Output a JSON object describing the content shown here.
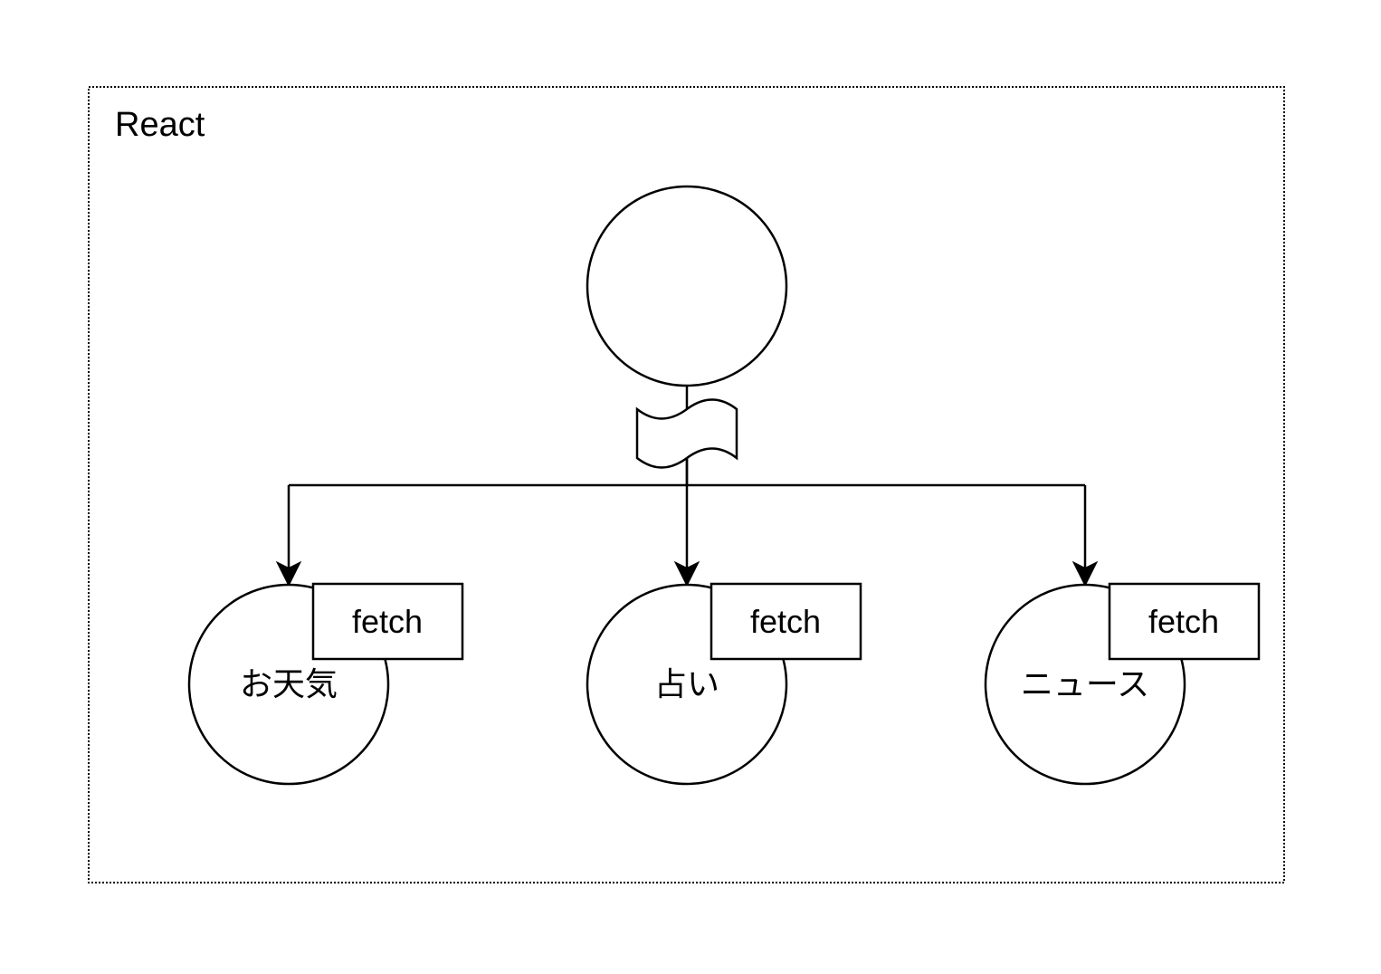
{
  "frame": {
    "title": "React"
  },
  "root": {
    "label": ""
  },
  "children": [
    {
      "label": "お天気",
      "tag": "fetch"
    },
    {
      "label": "占い",
      "tag": "fetch"
    },
    {
      "label": "ニュース",
      "tag": "fetch"
    }
  ],
  "colors": {
    "stroke": "#000000",
    "fill": "#ffffff"
  }
}
